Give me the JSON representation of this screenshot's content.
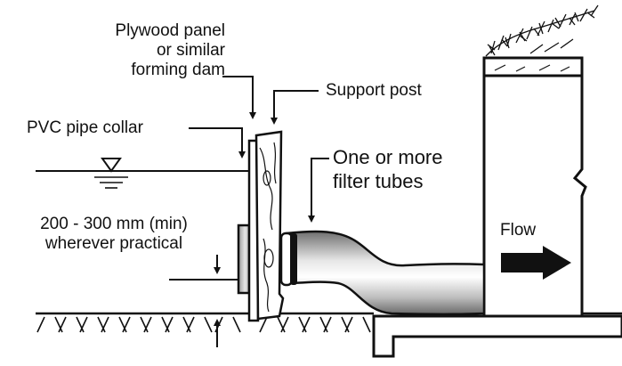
{
  "labels": {
    "plywood_line1": "Plywood panel",
    "plywood_line2": "or similar",
    "plywood_line3": "forming dam",
    "support_post": "Support post",
    "pvc_collar": "PVC pipe collar",
    "filter_line1": "One or more",
    "filter_line2": "filter tubes",
    "depth_line1": "200 - 300 mm (min)",
    "depth_line2": "wherever practical",
    "flow": "Flow"
  },
  "colors": {
    "ink": "#111111",
    "background": "#ffffff"
  }
}
